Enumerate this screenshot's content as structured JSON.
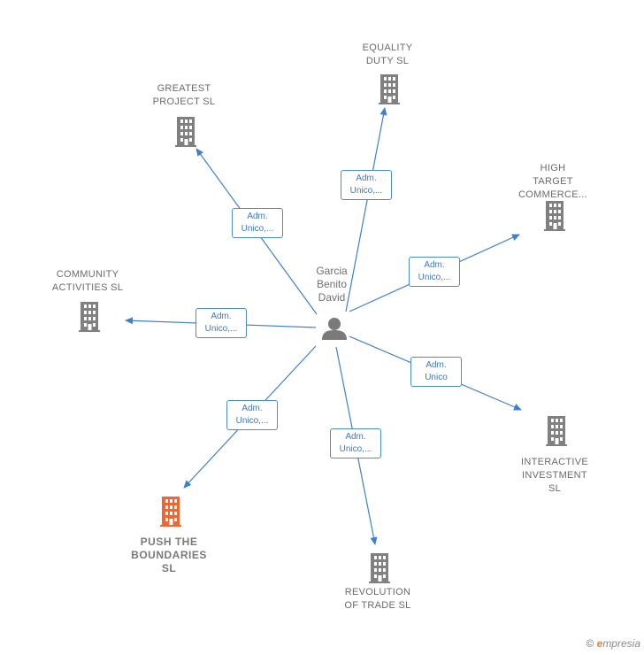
{
  "person": {
    "label": "Garcia\nBenito\nDavid",
    "icon": "person-icon"
  },
  "companies": [
    {
      "id": "equality",
      "label": "EQUALITY\nDUTY  SL",
      "role": "Adm.\nUnico,...",
      "color": "#808080"
    },
    {
      "id": "greatest",
      "label": "GREATEST\nPROJECT  SL",
      "role": "Adm.\nUnico,...",
      "color": "#808080"
    },
    {
      "id": "high",
      "label": "HIGH\nTARGET\nCOMMERCE...",
      "role": "Adm.\nUnico,...",
      "color": "#808080"
    },
    {
      "id": "community",
      "label": "COMMUNITY\nACTIVITIES  SL",
      "role": "Adm.\nUnico,...",
      "color": "#808080"
    },
    {
      "id": "interactive",
      "label": "INTERACTIVE\nINVESTMENT\nSL",
      "role": "Adm.\nUnico",
      "color": "#808080"
    },
    {
      "id": "push",
      "label": "PUSH THE\nBOUNDARIES\nSL",
      "role": "Adm.\nUnico,...",
      "color": "#f06533",
      "highlight": true
    },
    {
      "id": "revolution",
      "label": "REVOLUTION\nOF TRADE  SL",
      "role": "Adm.\nUnico,...",
      "color": "#808080"
    }
  ],
  "colors": {
    "edge": "#3f7fd0",
    "building": "#808080",
    "highlight": "#f06533"
  },
  "footer": {
    "copyright": "©",
    "brand_initial": "e",
    "brand_rest": "mpresia"
  }
}
